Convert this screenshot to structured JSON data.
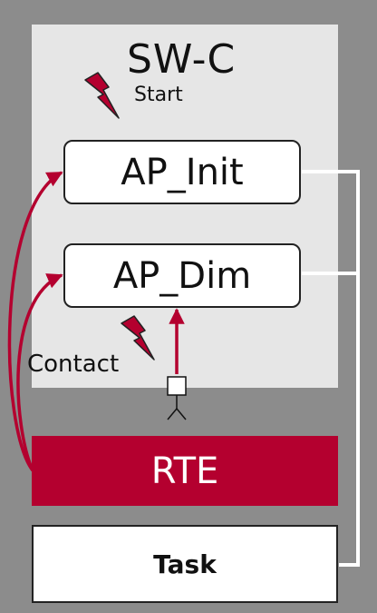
{
  "swc": {
    "title": "SW-C",
    "start_label": "Start"
  },
  "runnables": [
    {
      "label": "AP_Init"
    },
    {
      "label": "AP_Dim"
    }
  ],
  "contact_label": "Contact",
  "rte": {
    "label": "RTE"
  },
  "task": {
    "label": "Task"
  },
  "colors": {
    "background": "#8c8c8c",
    "swc_fill": "#e6e6e6",
    "accent": "#b4002f",
    "connector": "#ffffff"
  },
  "icons": [
    "lightning-icon",
    "sensor-contact-icon"
  ]
}
